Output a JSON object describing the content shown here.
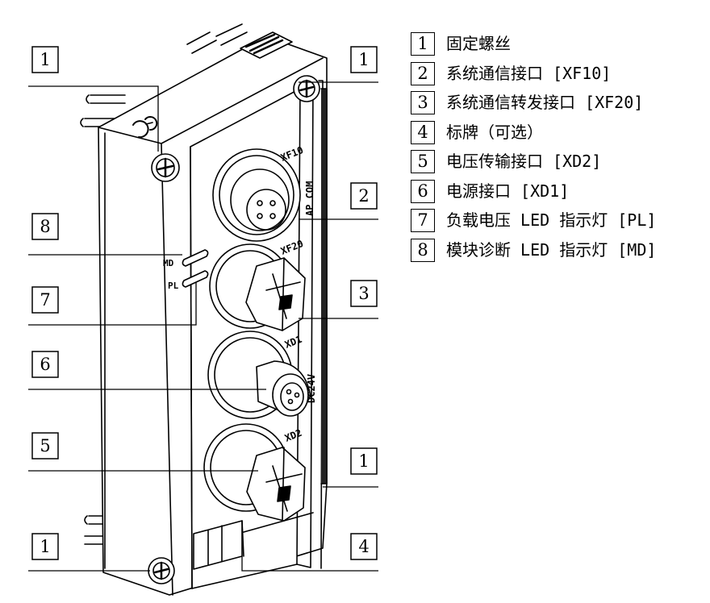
{
  "callouts": [
    "1",
    "2",
    "3",
    "4",
    "5",
    "6",
    "7",
    "8"
  ],
  "device_labels": {
    "xf10": "XF10",
    "ap_com": "AP COM",
    "xf20": "XF20",
    "xd1": "XD1",
    "dc24v": "DC24V",
    "xd2": "XD2",
    "md": "MD",
    "pl": "PL"
  },
  "legend": [
    {
      "num": "1",
      "text": "固定螺丝"
    },
    {
      "num": "2",
      "text": "系统通信接口 [XF10]"
    },
    {
      "num": "3",
      "text": "系统通信转发接口 [XF20]"
    },
    {
      "num": "4",
      "text": "标牌（可选）"
    },
    {
      "num": "5",
      "text": "电压传输接口 [XD2]"
    },
    {
      "num": "6",
      "text": "电源接口 [XD1]"
    },
    {
      "num": "7",
      "text": "负载电压 LED 指示灯 [PL]"
    },
    {
      "num": "8",
      "text": "模块诊断 LED 指示灯 [MD]"
    }
  ]
}
